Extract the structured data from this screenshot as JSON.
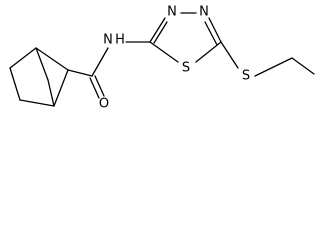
{
  "molecule": {
    "atoms": {
      "n_amide": "N",
      "h_amide": "H",
      "o_carbonyl": "O",
      "n_ring_left": "N",
      "n_ring_right": "N",
      "s_ring": "S",
      "s_thioether": "S"
    }
  },
  "colors": {
    "bond": "#000000",
    "label": "#000000",
    "background": "#ffffff"
  }
}
